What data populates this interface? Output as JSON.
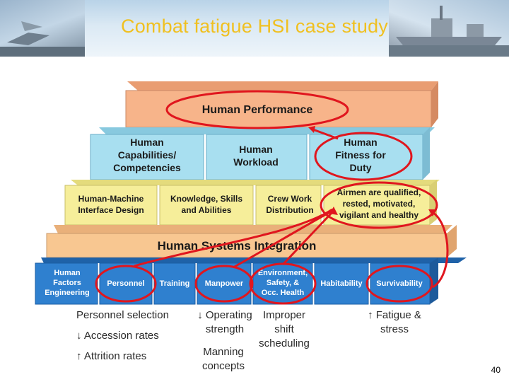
{
  "slide": {
    "title": "Combat fatigue HSI case study",
    "page_number": "40"
  },
  "pyramid": {
    "top": "Human Performance",
    "row2": [
      "Human Capabilities/ Competencies",
      "Human Workload",
      "Human Fitness for Duty"
    ],
    "row3": [
      "Human-Machine Interface Design",
      "Knowledge, Skills and Abilities",
      "Crew Work Distribution",
      "Airmen are qualified, rested, motivated, vigilant and healthy"
    ],
    "band": "Human Systems Integration",
    "domains": [
      "Human Factors Engineering",
      "Personnel",
      "Training",
      "Manpower",
      "Environment, Safety, & Occ. Health",
      "Habitability",
      "Survivability"
    ]
  },
  "annotations": {
    "personnel_selection": "Personnel selection",
    "accession_rates": "↓ Accession rates",
    "attrition_rates": "↑ Attrition rates",
    "operating_strength": "↓ Operating strength",
    "manning_concepts": "Manning concepts",
    "improper_shift": "Improper shift scheduling",
    "fatigue_stress": "↑ Fatigue & stress"
  },
  "colors": {
    "title": "#f0c020",
    "top_block": "#f7b48a",
    "row2_block": "#a8dff0",
    "row3_block": "#f6ee9a",
    "band": "#f8c791",
    "domain_block": "#2f80cf",
    "highlight": "#e0161e"
  }
}
